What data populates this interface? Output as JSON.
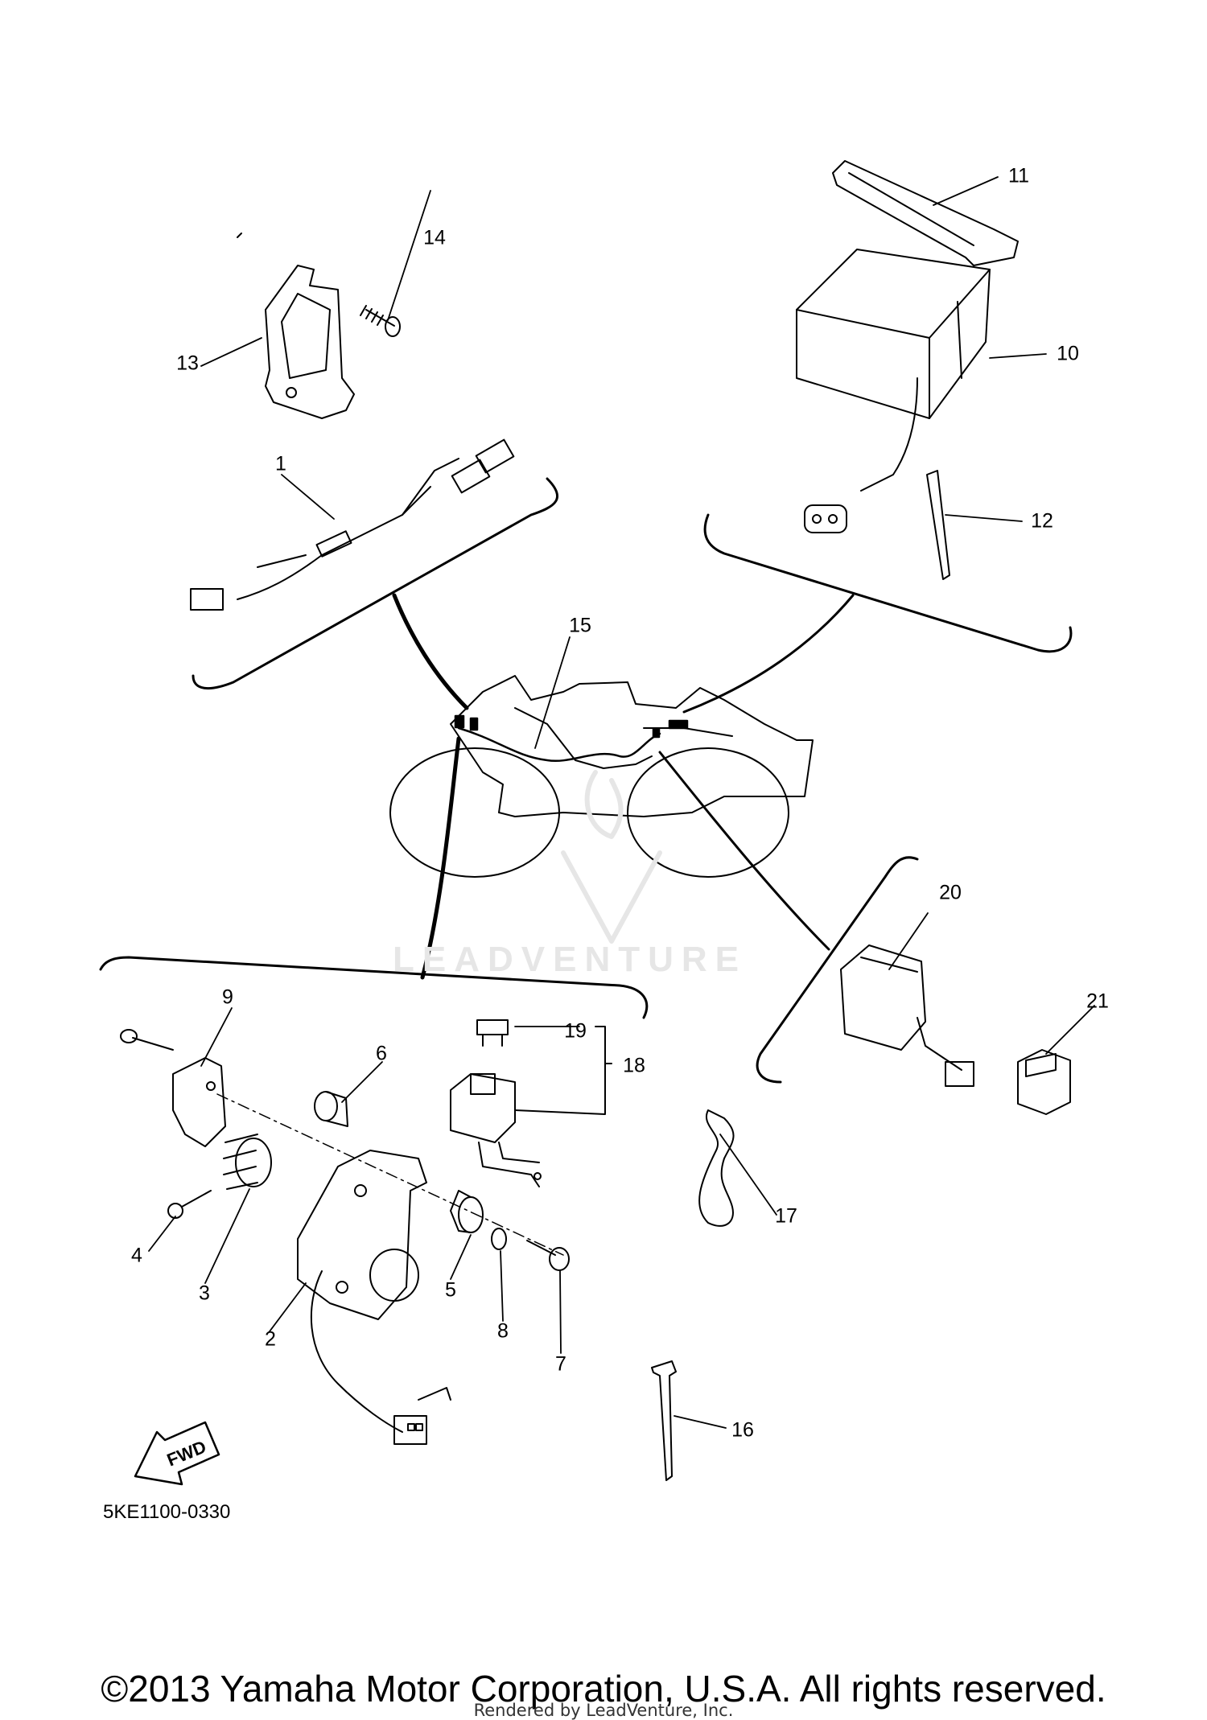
{
  "watermark": "LEADVENTURE",
  "diagram_code": "5KE1100-0330",
  "copyright": "©2013 Yamaha Motor Corporation, U.S.A. All rights reserved.",
  "rendered_by": "Rendered by LeadVenture, Inc.",
  "fwd_label": "FWD",
  "callouts": {
    "c1": "1",
    "c2": "2",
    "c3": "3",
    "c4": "4",
    "c5": "5",
    "c6": "6",
    "c7": "7",
    "c8": "8",
    "c9": "9",
    "c10": "10",
    "c11": "11",
    "c12": "12",
    "c13": "13",
    "c14": "14",
    "c15": "15",
    "c16": "16",
    "c17": "17",
    "c18": "18",
    "c19": "19",
    "c20": "20",
    "c21": "21"
  }
}
